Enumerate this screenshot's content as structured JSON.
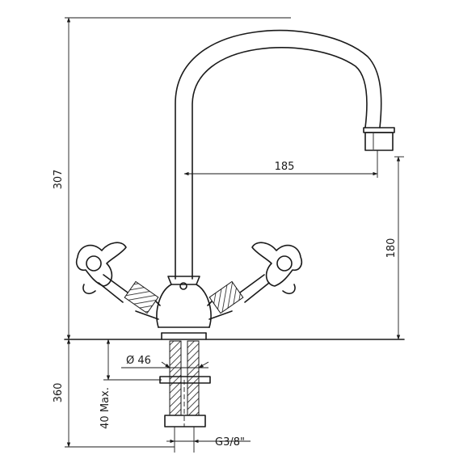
{
  "dimensions": {
    "total_height": "307",
    "spout_reach": "185",
    "spout_height": "180",
    "shank_length": "360",
    "deck_thickness": "40 Max.",
    "body_diameter": "Ø 46",
    "thread": "G3/8\""
  }
}
